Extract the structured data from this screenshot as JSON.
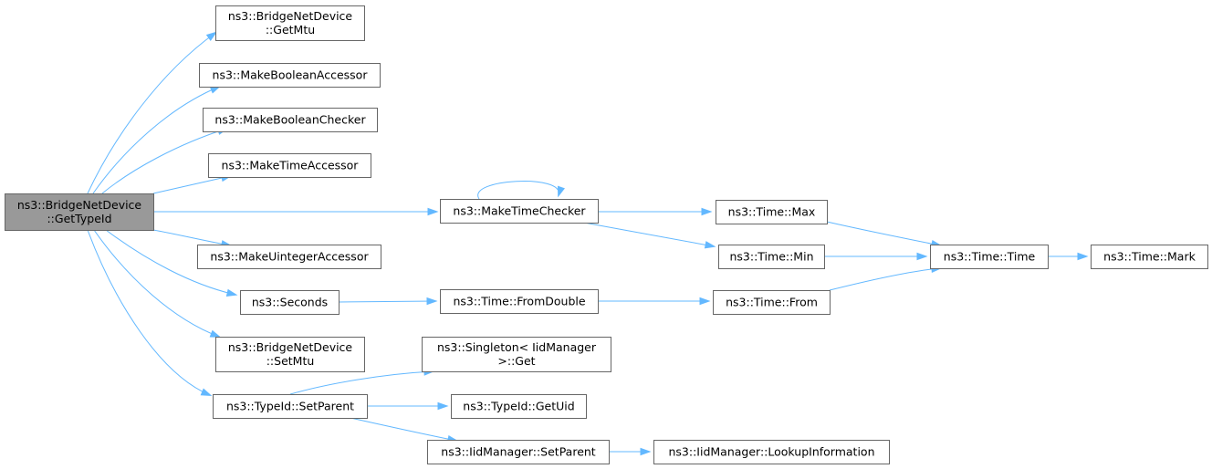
{
  "graph": {
    "title": "",
    "nodes": [
      {
        "id": "root",
        "lines": [
          "ns3::BridgeNetDevice",
          "::GetTypeId"
        ],
        "root": true
      },
      {
        "id": "getmtu",
        "lines": [
          "ns3::BridgeNetDevice",
          "::GetMtu"
        ]
      },
      {
        "id": "mkboolacc",
        "lines": [
          "ns3::MakeBooleanAccessor"
        ]
      },
      {
        "id": "mkboolchk",
        "lines": [
          "ns3::MakeBooleanChecker"
        ]
      },
      {
        "id": "mktimeacc",
        "lines": [
          "ns3::MakeTimeAccessor"
        ]
      },
      {
        "id": "mktimechk",
        "lines": [
          "ns3::MakeTimeChecker"
        ]
      },
      {
        "id": "mkuintacc",
        "lines": [
          "ns3::MakeUintegerAccessor"
        ]
      },
      {
        "id": "seconds",
        "lines": [
          "ns3::Seconds"
        ]
      },
      {
        "id": "setmtu",
        "lines": [
          "ns3::BridgeNetDevice",
          "::SetMtu"
        ]
      },
      {
        "id": "setparent",
        "lines": [
          "ns3::TypeId::SetParent"
        ]
      },
      {
        "id": "timemax",
        "lines": [
          "ns3::Time::Max"
        ]
      },
      {
        "id": "timemin",
        "lines": [
          "ns3::Time::Min"
        ]
      },
      {
        "id": "fromdouble",
        "lines": [
          "ns3::Time::FromDouble"
        ]
      },
      {
        "id": "timefrom",
        "lines": [
          "ns3::Time::From"
        ]
      },
      {
        "id": "timetime",
        "lines": [
          "ns3::Time::Time"
        ]
      },
      {
        "id": "timemark",
        "lines": [
          "ns3::Time::Mark"
        ]
      },
      {
        "id": "singleton",
        "lines": [
          "ns3::Singleton< IidManager",
          " >::Get"
        ]
      },
      {
        "id": "getuid",
        "lines": [
          "ns3::TypeId::GetUid"
        ]
      },
      {
        "id": "iidsetparent",
        "lines": [
          "ns3::IidManager::SetParent"
        ]
      },
      {
        "id": "lookup",
        "lines": [
          "ns3::IidManager::LookupInformation"
        ]
      }
    ],
    "edges": [
      {
        "from": "root",
        "to": "getmtu"
      },
      {
        "from": "root",
        "to": "mkboolacc"
      },
      {
        "from": "root",
        "to": "mkboolchk"
      },
      {
        "from": "root",
        "to": "mktimeacc"
      },
      {
        "from": "root",
        "to": "mktimechk"
      },
      {
        "from": "root",
        "to": "mkuintacc"
      },
      {
        "from": "root",
        "to": "seconds"
      },
      {
        "from": "root",
        "to": "setmtu"
      },
      {
        "from": "root",
        "to": "setparent"
      },
      {
        "from": "mktimechk",
        "to": "mktimechk"
      },
      {
        "from": "mktimechk",
        "to": "timemax"
      },
      {
        "from": "mktimechk",
        "to": "timemin"
      },
      {
        "from": "timemax",
        "to": "timetime"
      },
      {
        "from": "timemin",
        "to": "timetime"
      },
      {
        "from": "timetime",
        "to": "timemark"
      },
      {
        "from": "seconds",
        "to": "fromdouble"
      },
      {
        "from": "fromdouble",
        "to": "timefrom"
      },
      {
        "from": "timefrom",
        "to": "timetime"
      },
      {
        "from": "setparent",
        "to": "singleton"
      },
      {
        "from": "setparent",
        "to": "getuid"
      },
      {
        "from": "setparent",
        "to": "iidsetparent"
      },
      {
        "from": "iidsetparent",
        "to": "lookup"
      }
    ],
    "colors": {
      "edge": "#63b8ff",
      "node_border": "#666666",
      "root_fill": "#999999",
      "node_fill": "#ffffff"
    }
  }
}
